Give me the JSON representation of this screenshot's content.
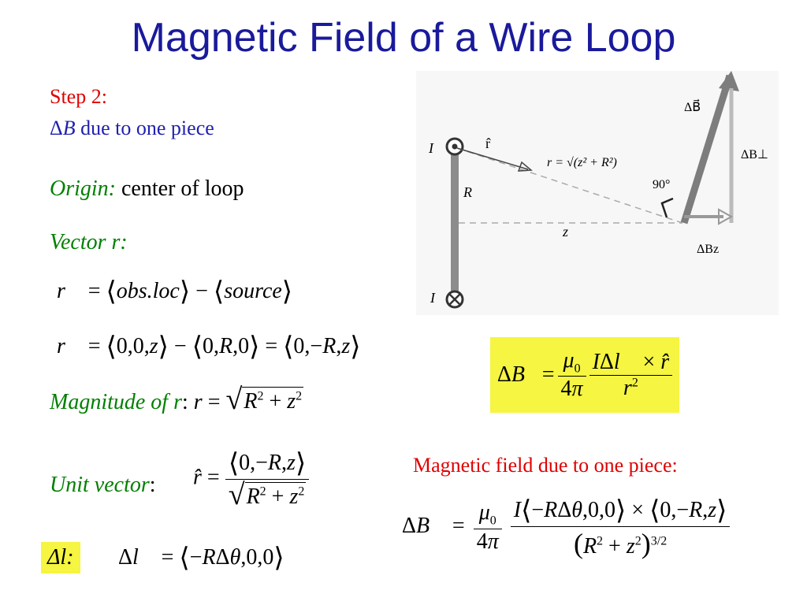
{
  "title": "Magnetic Field of a Wire Loop",
  "step": {
    "label": "Step 2:",
    "desc_rest": "due to one piece",
    "desc_symbol": "ΔB"
  },
  "origin": {
    "label": "Origin:",
    "value": "center of loop"
  },
  "vector_r": {
    "label": "Vector r:"
  },
  "eq1": {
    "lhs": "r",
    "a": "obs.loc",
    "b": "source"
  },
  "eq2": {
    "lhs": "r",
    "t1": "0,0,",
    "t1z": "z",
    "t2": "0,",
    "t2R": "R",
    "t2b": ",0",
    "t3": "0,−",
    "t3R": "R",
    "t3c": ",",
    "t3z": "z"
  },
  "magnitude": {
    "label": "Magnitude of r",
    "colon": ":"
  },
  "unit_vector": {
    "label": "Unit vector",
    "colon": ":"
  },
  "dl": {
    "label": "Δl:"
  },
  "field_piece_label": "Magnetic field due to one piece:",
  "diagram": {
    "I_top": "I",
    "I_bottom": "I",
    "R": "R",
    "z": "z",
    "rhat": "r̂",
    "r_eq": "r = √(z² + R²)",
    "angle": "90°",
    "dB": "ΔB⃗",
    "dB_perp": "ΔB⊥",
    "dB_z": "ΔBz"
  }
}
